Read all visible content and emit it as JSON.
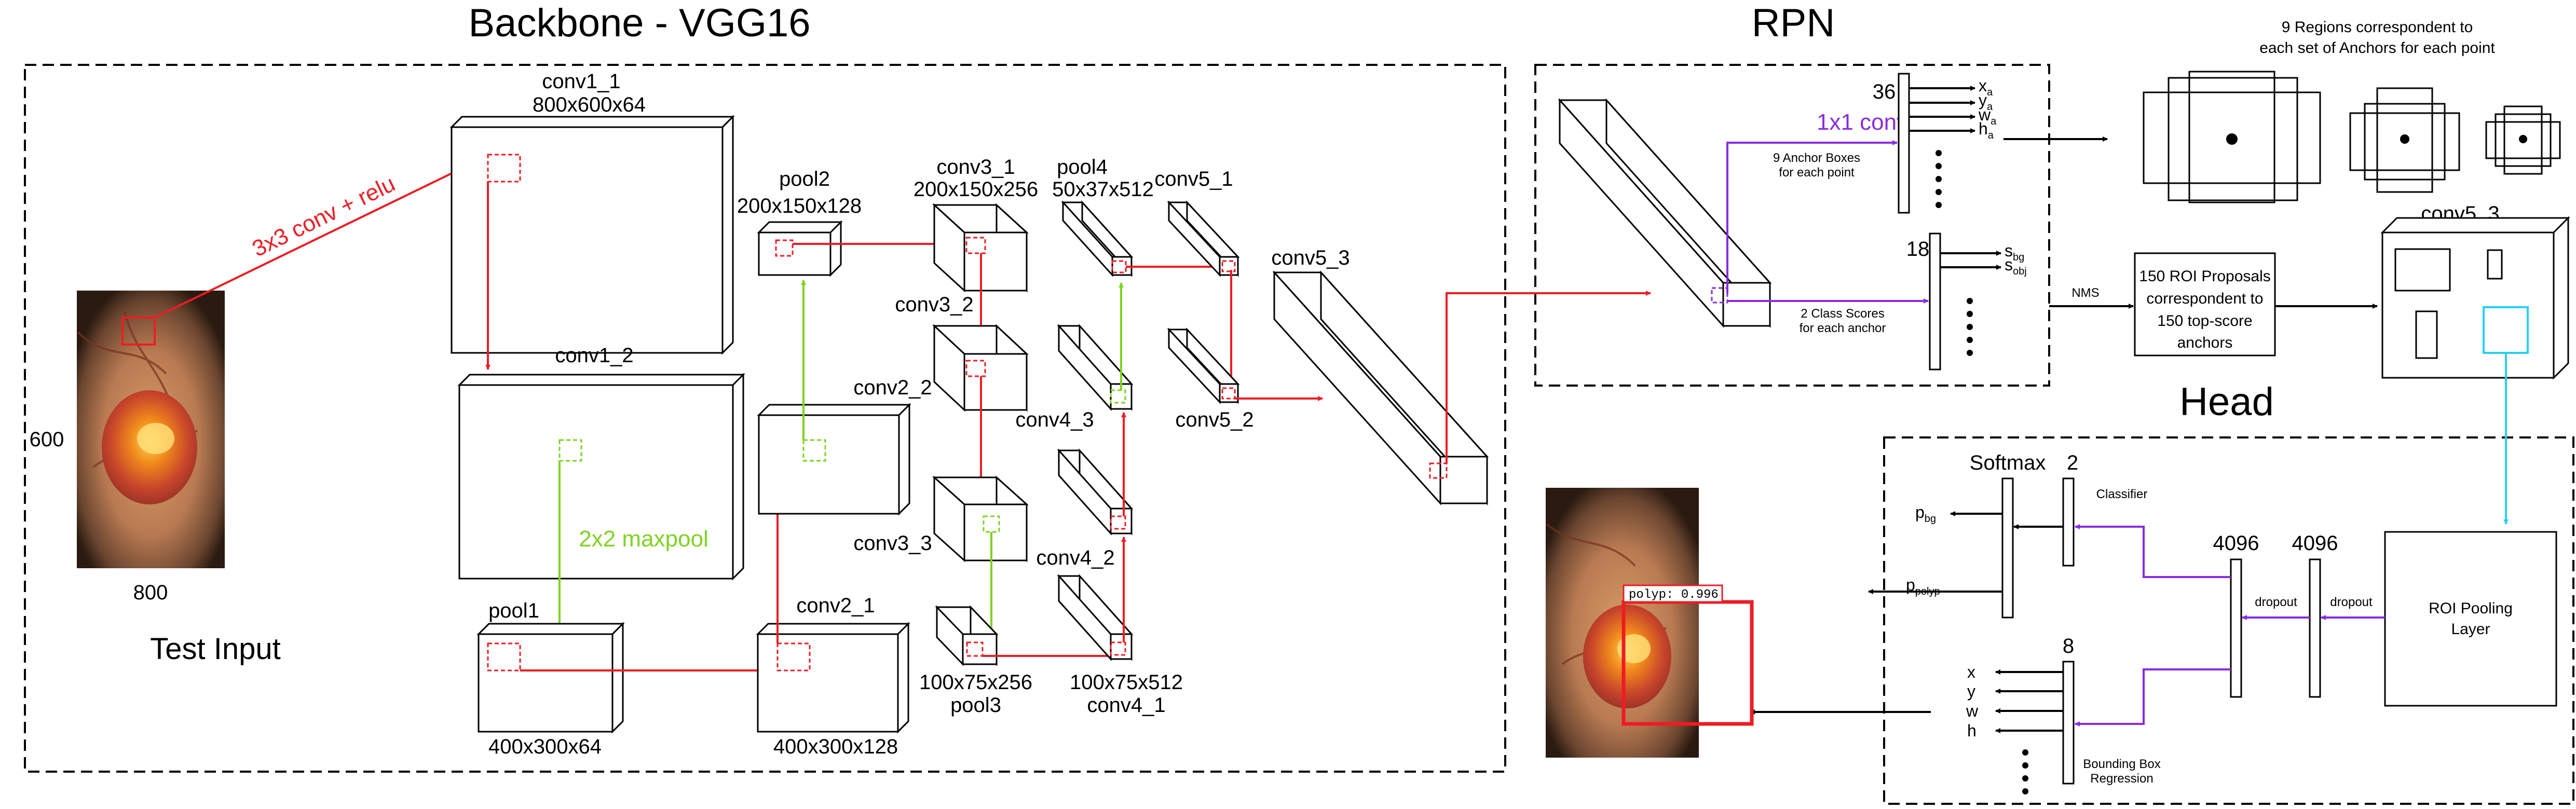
{
  "titles": {
    "backbone": "Backbone - VGG16",
    "rpn": "RPN",
    "head": "Head"
  },
  "input": {
    "height_label": "600",
    "width_label": "800",
    "caption": "Test Input",
    "conv_label": "3x3 conv + relu"
  },
  "backbone": {
    "conv1_1": "conv1_1",
    "conv1_1_dim": "800x600x64",
    "conv1_2": "conv1_2",
    "maxpool": "2x2 maxpool",
    "pool1": "pool1",
    "pool1_dim": "400x300x64",
    "conv2_1": "conv2_1",
    "conv2_1_dim": "400x300x128",
    "conv2_2": "conv2_2",
    "pool2": "pool2",
    "pool2_dim": "200x150x128",
    "conv3_1": "conv3_1",
    "conv3_1_dim": "200x150x256",
    "conv3_2": "conv3_2",
    "conv3_3": "conv3_3",
    "pool3_dim": "100x75x256",
    "pool3": "pool3",
    "pool4": "pool4",
    "pool4_dim": "50x37x512",
    "conv4_1_dim": "100x75x512",
    "conv4_1": "conv4_1",
    "conv4_2": "conv4_2",
    "conv4_3": "conv4_3",
    "conv5_1": "conv5_1",
    "conv5_2": "conv5_2",
    "conv5_3": "conv5_3"
  },
  "rpn": {
    "conv1x1": "1x1 conv",
    "anchor_count": "36",
    "anchor_note_1": "9  Anchor Boxes",
    "anchor_note_2": "for each point",
    "score_count": "18",
    "score_note_1": "2 Class Scores",
    "score_note_2": "for each anchor",
    "regions_note_1": "9  Regions correspondent to",
    "regions_note_2": "each set of Anchors for each point",
    "nms": "NMS",
    "proposals_1": "150 ROI Proposals",
    "proposals_2": "correspondent to",
    "proposals_3": "150 top-score",
    "proposals_4": "anchors",
    "conv5_3": "conv5_3",
    "outputs": [
      {
        "base": "x",
        "sub": "a"
      },
      {
        "base": "y",
        "sub": "a"
      },
      {
        "base": "w",
        "sub": "a"
      },
      {
        "base": "h",
        "sub": "a"
      }
    ],
    "scores": [
      {
        "base": "s",
        "sub": "bg"
      },
      {
        "base": "s",
        "sub": "obj"
      }
    ]
  },
  "head": {
    "softmax": "Softmax",
    "cls_count": "2",
    "classifier": "Classifier",
    "fc1": "4096",
    "fc2": "4096",
    "dropout1": "dropout",
    "dropout2": "dropout",
    "roi_pool_1": "ROI Pooling",
    "roi_pool_2": "Layer",
    "reg_count": "8",
    "bbox_1": "Bounding Box",
    "bbox_2": "Regression",
    "p_bg": {
      "base": "p",
      "sub": "bg"
    },
    "p_polyp": {
      "base": "p",
      "sub": "polyp"
    },
    "reg_outputs": [
      "x",
      "y",
      "w",
      "h"
    ],
    "detection_label": "polyp: 0.996"
  },
  "colors": {
    "conv": "#ee1c24",
    "pool": "#7ed321",
    "rpn": "#8a2be2",
    "roi": "#29d0f0"
  }
}
